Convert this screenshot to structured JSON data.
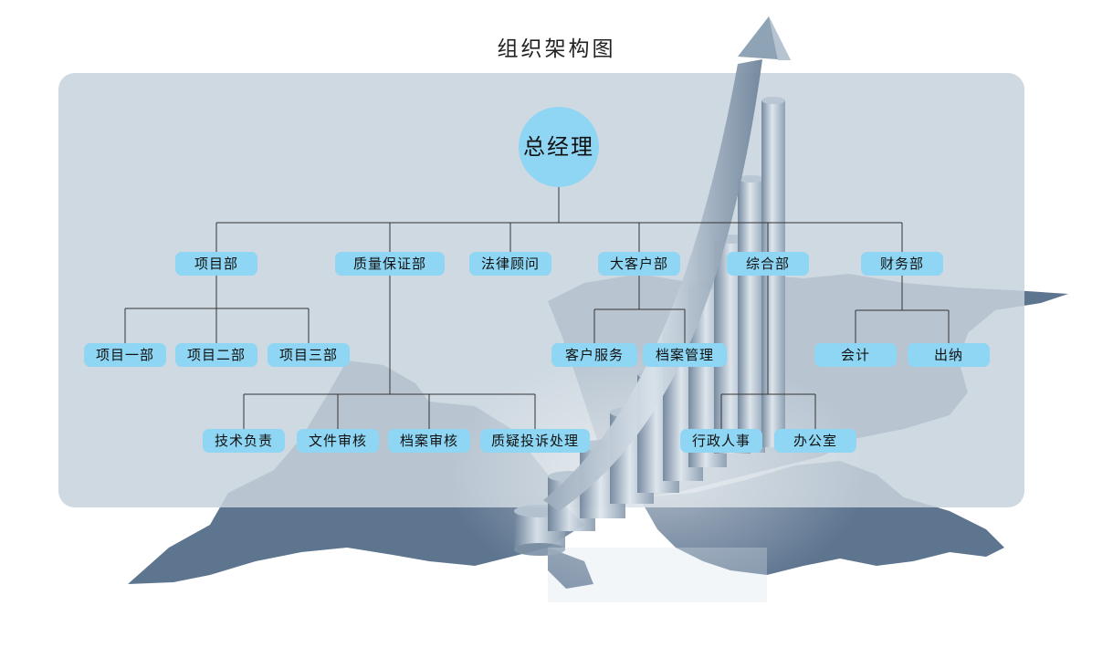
{
  "title": "组织架构图",
  "root": "总经理",
  "departments": {
    "project": "项目部",
    "quality": "质量保证部",
    "legal": "法律顾问",
    "key_account": "大客户部",
    "general": "综合部",
    "finance": "财务部"
  },
  "project_sub": [
    "项目一部",
    "项目二部",
    "项目三部"
  ],
  "quality_sub": [
    "技术负责",
    "文件审核",
    "档案审核",
    "质疑投诉处理"
  ],
  "key_account_sub": [
    "客户服务",
    "档案管理"
  ],
  "general_sub": [
    "行政人事",
    "办公室"
  ],
  "finance_sub": [
    "会计",
    "出纳"
  ],
  "colors": {
    "node": "#8ed6f3",
    "panel": "#bfccd5",
    "map": "#5e7590",
    "line": "#333333"
  }
}
